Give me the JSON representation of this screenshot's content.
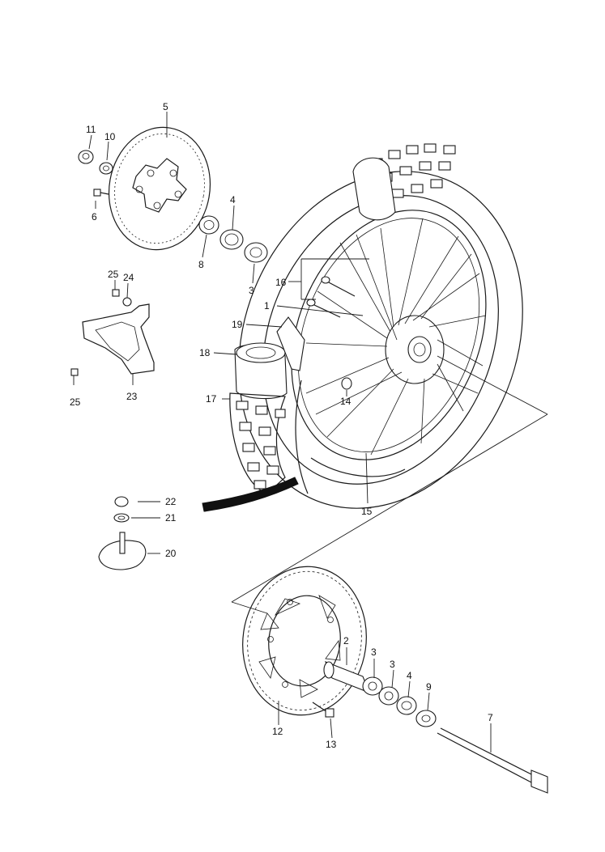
{
  "diagram": {
    "callouts": {
      "c1": "1",
      "c2": "2",
      "c3a": "3",
      "c3b": "3",
      "c3c": "3",
      "c4a": "4",
      "c4b": "4",
      "c5": "5",
      "c6": "6",
      "c7": "7",
      "c8": "8",
      "c9": "9",
      "c10": "10",
      "c11": "11",
      "c12": "12",
      "c13": "13",
      "c14": "14",
      "c15": "15",
      "c16": "16",
      "c17": "17",
      "c18": "18",
      "c19": "19",
      "c20": "20",
      "c21": "21",
      "c22": "22",
      "c23": "23",
      "c24": "24",
      "c25a": "25",
      "c25b": "25"
    }
  }
}
